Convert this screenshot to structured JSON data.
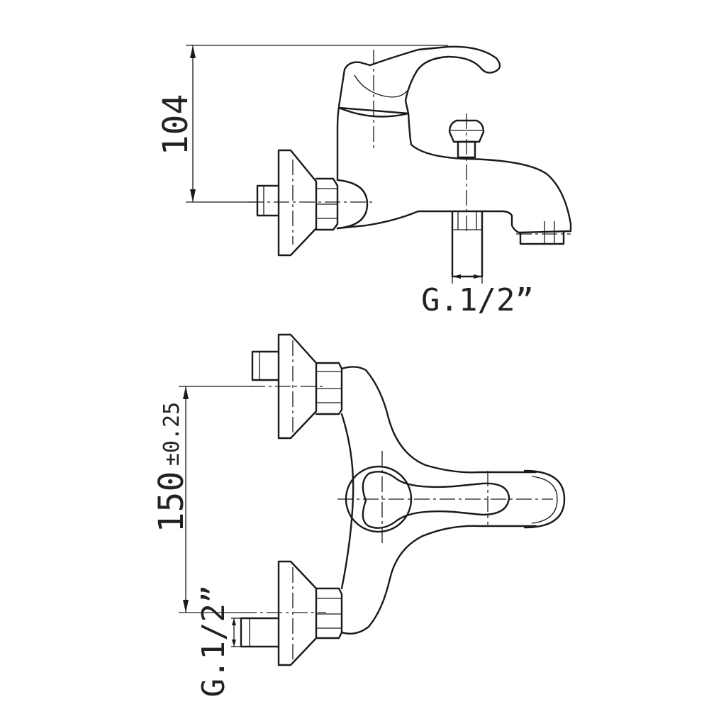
{
  "dimensions": {
    "height": "104",
    "spacing": "150",
    "tolerance": "±0.25",
    "thread_outlet": "G.1/2”",
    "thread_inlet": "G.1/2”"
  },
  "colors": {
    "line": "#1a1a1a",
    "text": "#222222",
    "background": "#ffffff"
  }
}
